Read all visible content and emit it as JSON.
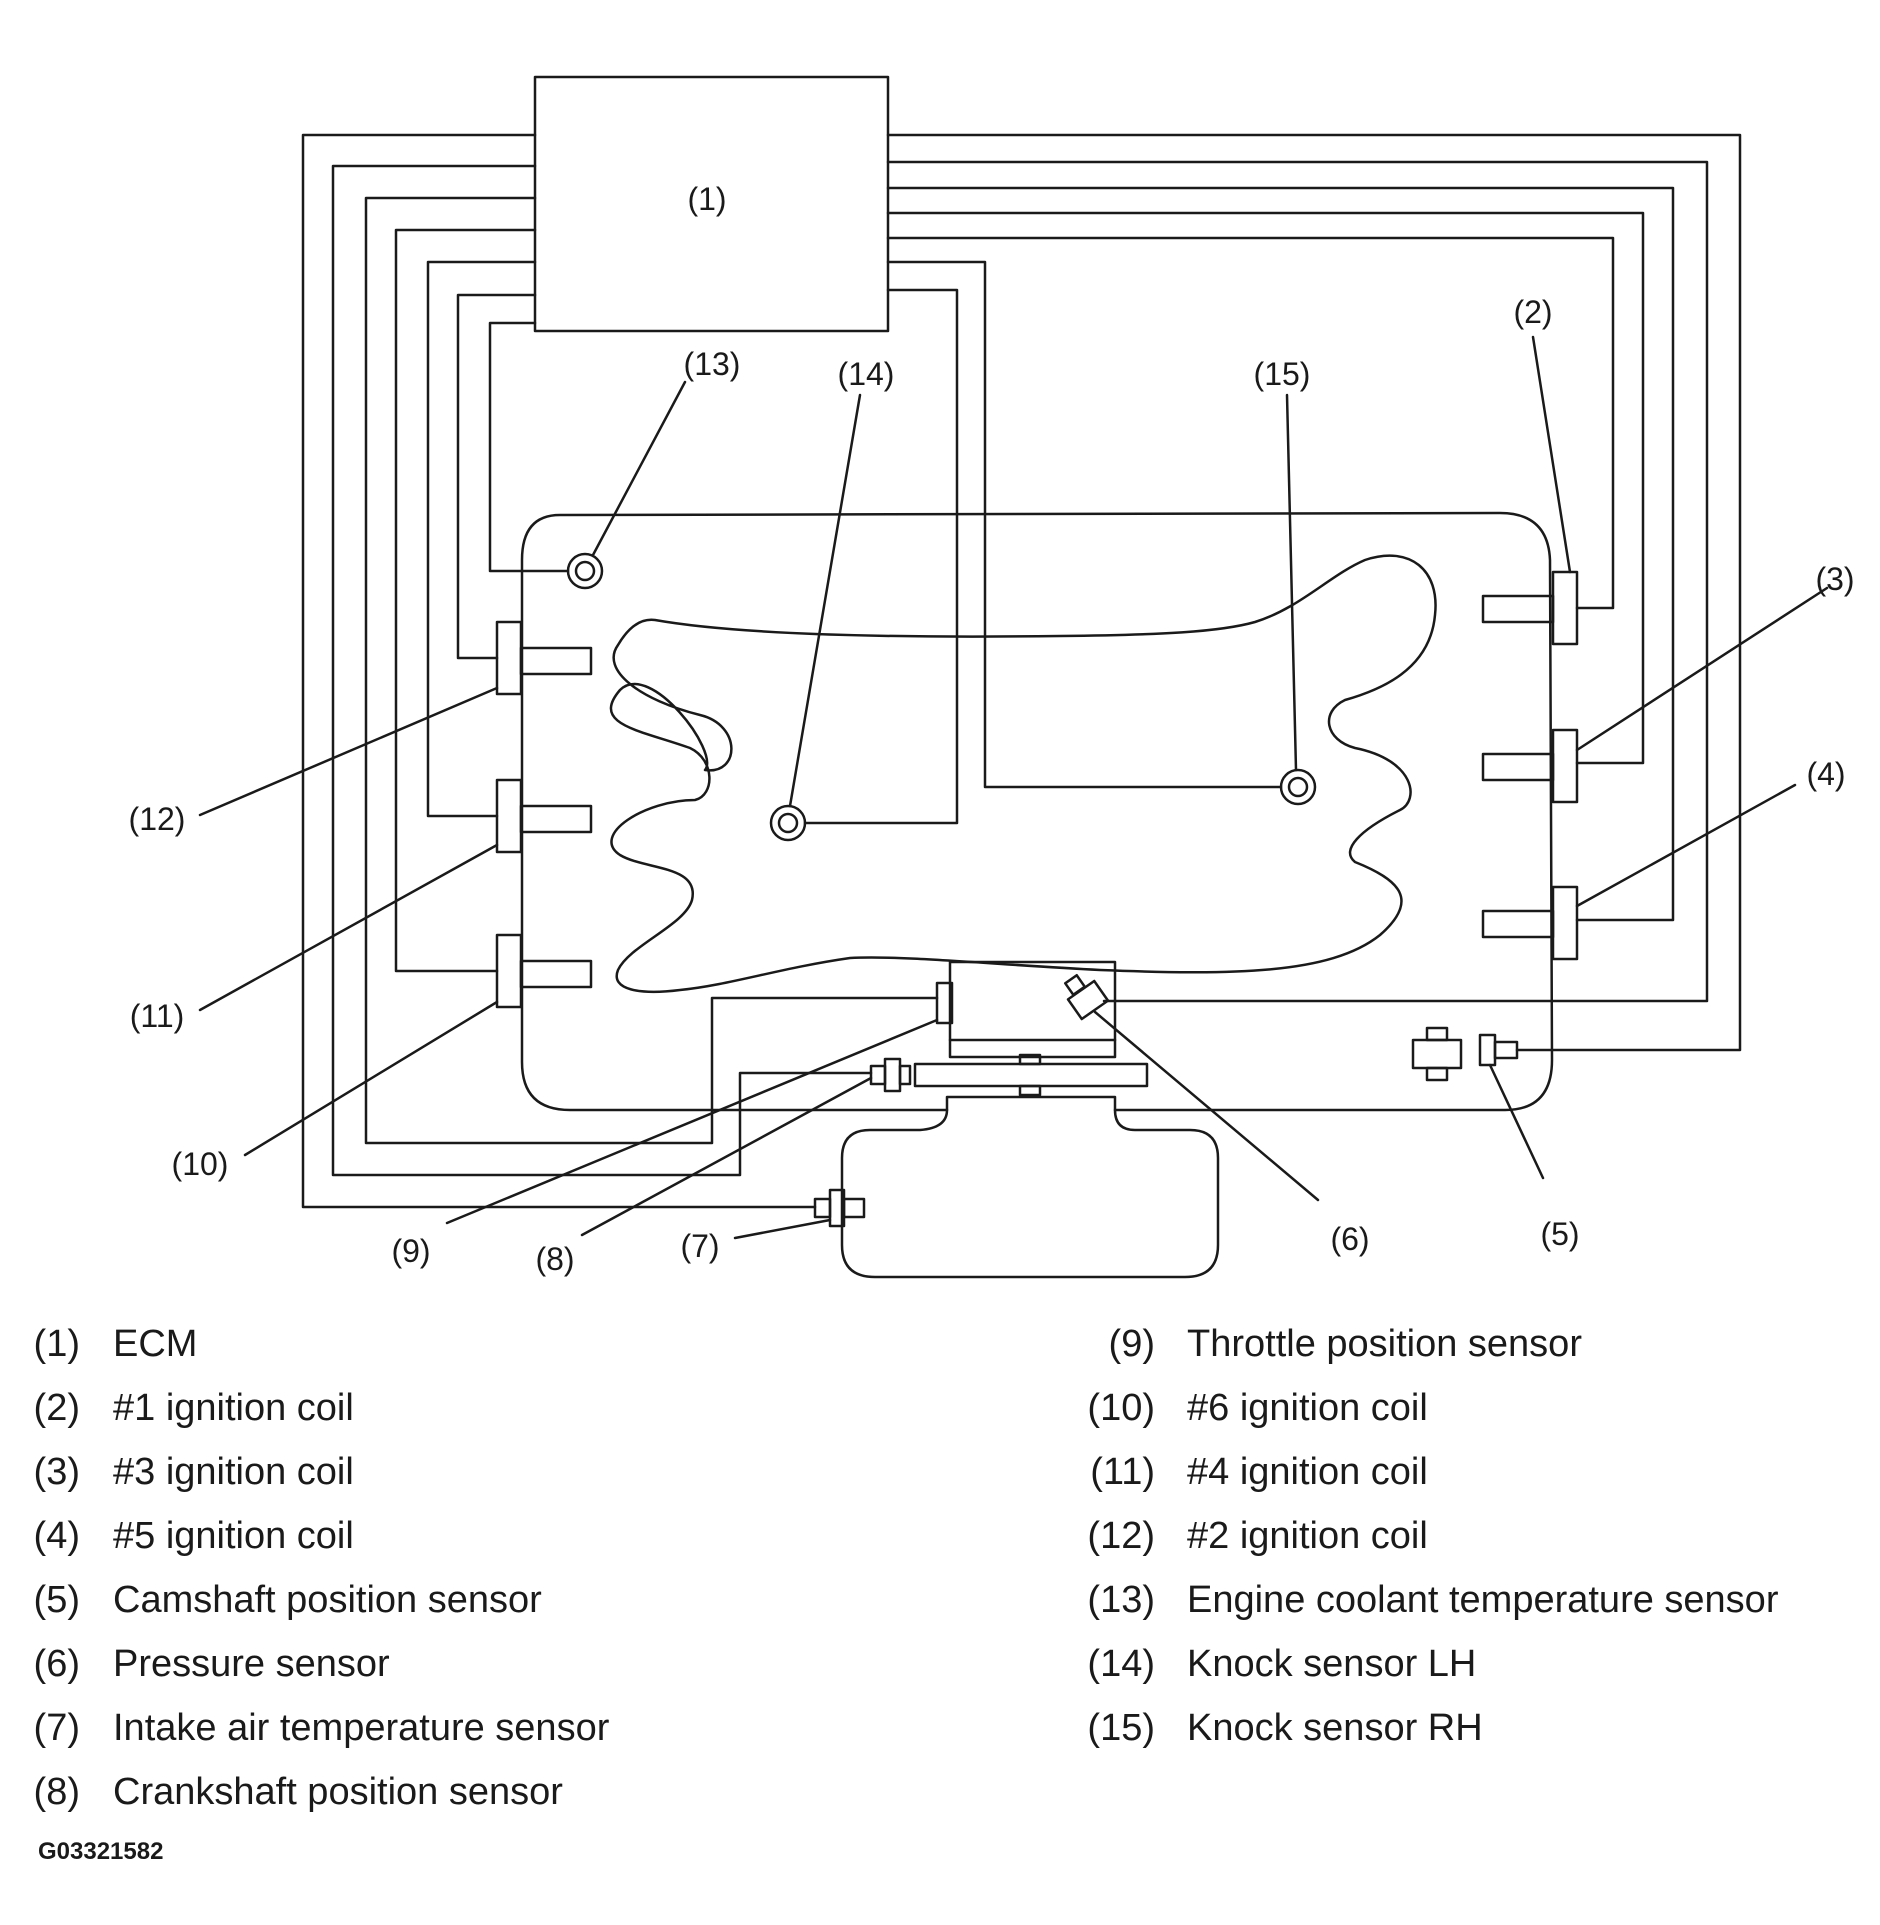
{
  "diagram": {
    "callouts": {
      "c1": "(1)",
      "c2": "(2)",
      "c3": "(3)",
      "c4": "(4)",
      "c5": "(5)",
      "c6": "(6)",
      "c7": "(7)",
      "c8": "(8)",
      "c9": "(9)",
      "c10": "(10)",
      "c11": "(11)",
      "c12": "(12)",
      "c13": "(13)",
      "c14": "(14)",
      "c15": "(15)"
    }
  },
  "legend": {
    "left": [
      {
        "num": "(1)",
        "label": "ECM"
      },
      {
        "num": "(2)",
        "label": "#1 ignition coil"
      },
      {
        "num": "(3)",
        "label": "#3 ignition coil"
      },
      {
        "num": "(4)",
        "label": "#5 ignition coil"
      },
      {
        "num": "(5)",
        "label": "Camshaft position sensor"
      },
      {
        "num": "(6)",
        "label": "Pressure sensor"
      },
      {
        "num": "(7)",
        "label": "Intake air temperature sensor"
      },
      {
        "num": "(8)",
        "label": "Crankshaft position sensor"
      }
    ],
    "right": [
      {
        "num": "(9)",
        "label": "Throttle position sensor"
      },
      {
        "num": "(10)",
        "label": "#6 ignition coil"
      },
      {
        "num": "(11)",
        "label": "#4 ignition coil"
      },
      {
        "num": "(12)",
        "label": "#2 ignition coil"
      },
      {
        "num": "(13)",
        "label": "Engine coolant temperature sensor"
      },
      {
        "num": "(14)",
        "label": "Knock sensor LH"
      },
      {
        "num": "(15)",
        "label": "Knock sensor RH"
      }
    ]
  },
  "figure_id": "G03321582"
}
